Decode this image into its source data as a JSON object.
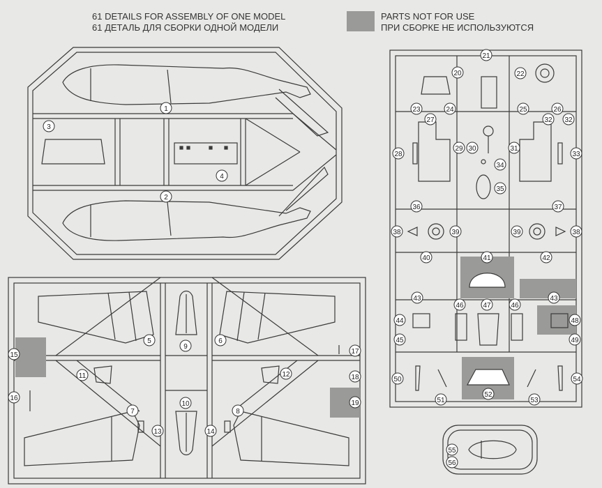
{
  "header": {
    "left_line1": "61 DETAILS FOR ASSEMBLY OF ONE MODEL",
    "left_line2": "61 ДЕТАЛЬ ДЛЯ СБОРКИ ОДНОЙ МОДЕЛИ",
    "legend_line1": "PARTS NOT FOR USE",
    "legend_line2": "ПРИ СБОРКЕ НЕ ИСПОЛЬЗУЮТСЯ",
    "legend_color": "#9a9a98"
  },
  "colors": {
    "background": "#e8e8e6",
    "line": "#3a3a3a",
    "shaded": "#9a9a98",
    "callout_fill": "#ffffff"
  },
  "parts": {
    "p1": "1",
    "p2": "2",
    "p3": "3",
    "p4": "4",
    "p5": "5",
    "p6": "6",
    "p7": "7",
    "p8": "8",
    "p9": "9",
    "p10": "10",
    "p11": "11",
    "p12": "12",
    "p13": "13",
    "p14": "14",
    "p15": "15",
    "p16": "16",
    "p17": "17",
    "p18": "18",
    "p19": "19",
    "p20": "20",
    "p21": "21",
    "p22": "22",
    "p23": "23",
    "p24": "24",
    "p25": "25",
    "p26": "26",
    "p27": "27",
    "p28": "28",
    "p29": "29",
    "p30": "30",
    "p31": "31",
    "p32a": "32",
    "p32b": "32",
    "p33": "33",
    "p34": "34",
    "p35": "35",
    "p36": "36",
    "p37": "37",
    "p38a": "38",
    "p38b": "38",
    "p39a": "39",
    "p39b": "39",
    "p40": "40",
    "p41": "41",
    "p42": "42",
    "p43a": "43",
    "p43b": "43",
    "p44": "44",
    "p45": "45",
    "p46a": "46",
    "p46b": "46",
    "p47": "47",
    "p48": "48",
    "p49": "49",
    "p50": "50",
    "p51": "51",
    "p52": "52",
    "p53": "53",
    "p54": "54",
    "p55": "55",
    "p56": "56"
  }
}
